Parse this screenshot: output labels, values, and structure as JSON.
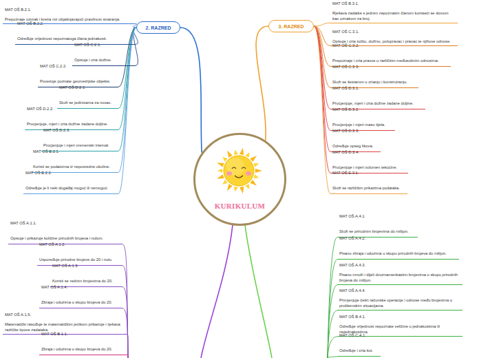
{
  "diagram": {
    "nodes": [
      {
        "text": [
          "KURIKULUM"
        ]
      },
      {
        "text": [
          "2. RAZRED"
        ]
      },
      {
        "text": [
          "MAT OŠ B.2.1.",
          "Prepoznaje uzorak i kreira niz objašnjavajući pravilnost stvaranja."
        ]
      },
      {
        "text": [
          "MAT OŠ B.2.2.",
          "Određuje vrijednost nepoznatoga člana jednakosti."
        ]
      },
      {
        "text": [
          "MAT OŠ C.2.1.",
          "Opisuje i crta dužine."
        ]
      },
      {
        "text": [
          "MAT OŠ C.2.2.",
          "Povezuje poznate geometrijske objekte."
        ]
      },
      {
        "text": [
          "MAT OŠ D.2.1.",
          "Služi se jedinicama za novac."
        ]
      },
      {
        "text": [
          "MAT OŠ D.2.2.",
          "Procjenjuje, mjeri i crta dužine zadane duljine."
        ]
      },
      {
        "text": [
          "MAT OŠ D.2.3.",
          "Procjenjuje i mjeri vremenski interval."
        ]
      },
      {
        "text": [
          "MAT OŠ E.2.1.",
          "Koristi se podatcima iz neposredne okoline."
        ]
      },
      {
        "text": [
          "MAT OŠ E.2.2.",
          "Određuje je li neki događaj moguć ili nemoguć."
        ]
      },
      {
        "text": [
          "3. RAZRED"
        ]
      },
      {
        "text": [
          "MAT OŠ B.3.1.",
          "Rješava zadatke s jednim nepoznatim članom koristeći se slovom kao oznakom za broj."
        ]
      },
      {
        "text": [
          "MAT OŠ C.3.1.",
          "Opisuje i crta točku, dužinu, polupravac i pravac te njihove odnose."
        ]
      },
      {
        "text": [
          "MAT OŠ C.3.2.",
          "Prepoznaje i crta pravce u različitim međusobnim odnosima."
        ]
      },
      {
        "text": [
          "MAT OŠ C.3.3.",
          "Služi se šestarom u crtanju i konstruiranju."
        ]
      },
      {
        "text": [
          "MAT OŠ D.3.1.",
          "Procjenjuje, mjeri i crta dužine zadane duljine."
        ]
      },
      {
        "text": [
          "MAT OŠ D.3.2.",
          "Procjenjuje i mjeri masu tijela."
        ]
      },
      {
        "text": [
          "MAT OŠ D.3.3.",
          "Određuje opseg likova."
        ]
      },
      {
        "text": [
          "MAT OŠ D.3.4.",
          "Procjenjuje i mjeri volumen tekućine."
        ]
      },
      {
        "text": [
          "MAT OŠ E.3.1.",
          "Služi se različitim prikazima podataka."
        ]
      },
      {
        "text": [
          "MAT OŠ A.1.1.",
          "Opisuje i prikazuje količine prirodnih brojeva i nulom."
        ]
      },
      {
        "text": [
          "MAT OŠ A.1.2.",
          "Uspoređuje prirodne brojeve do 20 i nulu."
        ]
      },
      {
        "text": [
          "MAT OŠ A.1.3.",
          "Koristi se rednim brojevima do 20."
        ]
      },
      {
        "text": [
          "MAT OŠ A.1.4.",
          "Zbraja i oduzima u skupu brojeva do 20."
        ]
      },
      {
        "text": [
          "MAT OŠ A.1.5.",
          "Matematički rasuđuje te matematičkim jezikom prikazuje i rješava različite tipove zadataka."
        ]
      },
      {
        "text": [
          "MAT OŠ B.1.1.",
          "Zbraja i oduzima u skupu brojeva do 20."
        ]
      },
      {
        "text": [
          "MAT OŠ A.4.1.",
          "Služi se prirodnim brojevima do milijun."
        ]
      },
      {
        "text": [
          "MAT OŠ A.4.2.",
          "Pisano zbraja i oduzima u skupu prirodnih brojeva do milijun."
        ]
      },
      {
        "text": [
          "MAT OŠ A.4.3.",
          "Pisano množi i dijeli dvoznamenkastim brojevima u skupu prirodnih brojeva do milijun."
        ]
      },
      {
        "text": [
          "MAT OŠ A.4.4.",
          "Primjenjuje četiri računske operacije i odnose među brojevima u problemskim situacijama."
        ]
      },
      {
        "text": [
          "MAT OŠ B.4.1.",
          "Određuje vrijednost nepoznate veličine u jednakostima ili nejednakostima."
        ]
      },
      {
        "text": [
          "MAT OŠ C.4.1.",
          "Određuje i crta kut."
        ]
      }
    ],
    "edges": [
      {
        "from": 0,
        "to": 1,
        "arrow": "none"
      },
      {
        "from": 1,
        "to": 2,
        "arrow": "none"
      },
      {
        "from": 1,
        "to": 3,
        "arrow": "none"
      },
      {
        "from": 1,
        "to": 4,
        "arrow": "none"
      },
      {
        "from": 1,
        "to": 5,
        "arrow": "none"
      },
      {
        "from": 1,
        "to": 6,
        "arrow": "none"
      },
      {
        "from": 1,
        "to": 7,
        "arrow": "none"
      },
      {
        "from": 1,
        "to": 8,
        "arrow": "none"
      },
      {
        "from": 1,
        "to": 9,
        "arrow": "none"
      },
      {
        "from": 1,
        "to": 10,
        "arrow": "none"
      },
      {
        "from": 0,
        "to": 11,
        "arrow": "none"
      },
      {
        "from": 11,
        "to": 12,
        "arrow": "none"
      },
      {
        "from": 11,
        "to": 13,
        "arrow": "none"
      },
      {
        "from": 11,
        "to": 14,
        "arrow": "none"
      },
      {
        "from": 11,
        "to": 15,
        "arrow": "none"
      },
      {
        "from": 11,
        "to": 16,
        "arrow": "none"
      },
      {
        "from": 11,
        "to": 17,
        "arrow": "none"
      },
      {
        "from": 11,
        "to": 18,
        "arrow": "none"
      },
      {
        "from": 11,
        "to": 19,
        "arrow": "none"
      },
      {
        "from": 11,
        "to": 20,
        "arrow": "none"
      }
    ]
  }
}
